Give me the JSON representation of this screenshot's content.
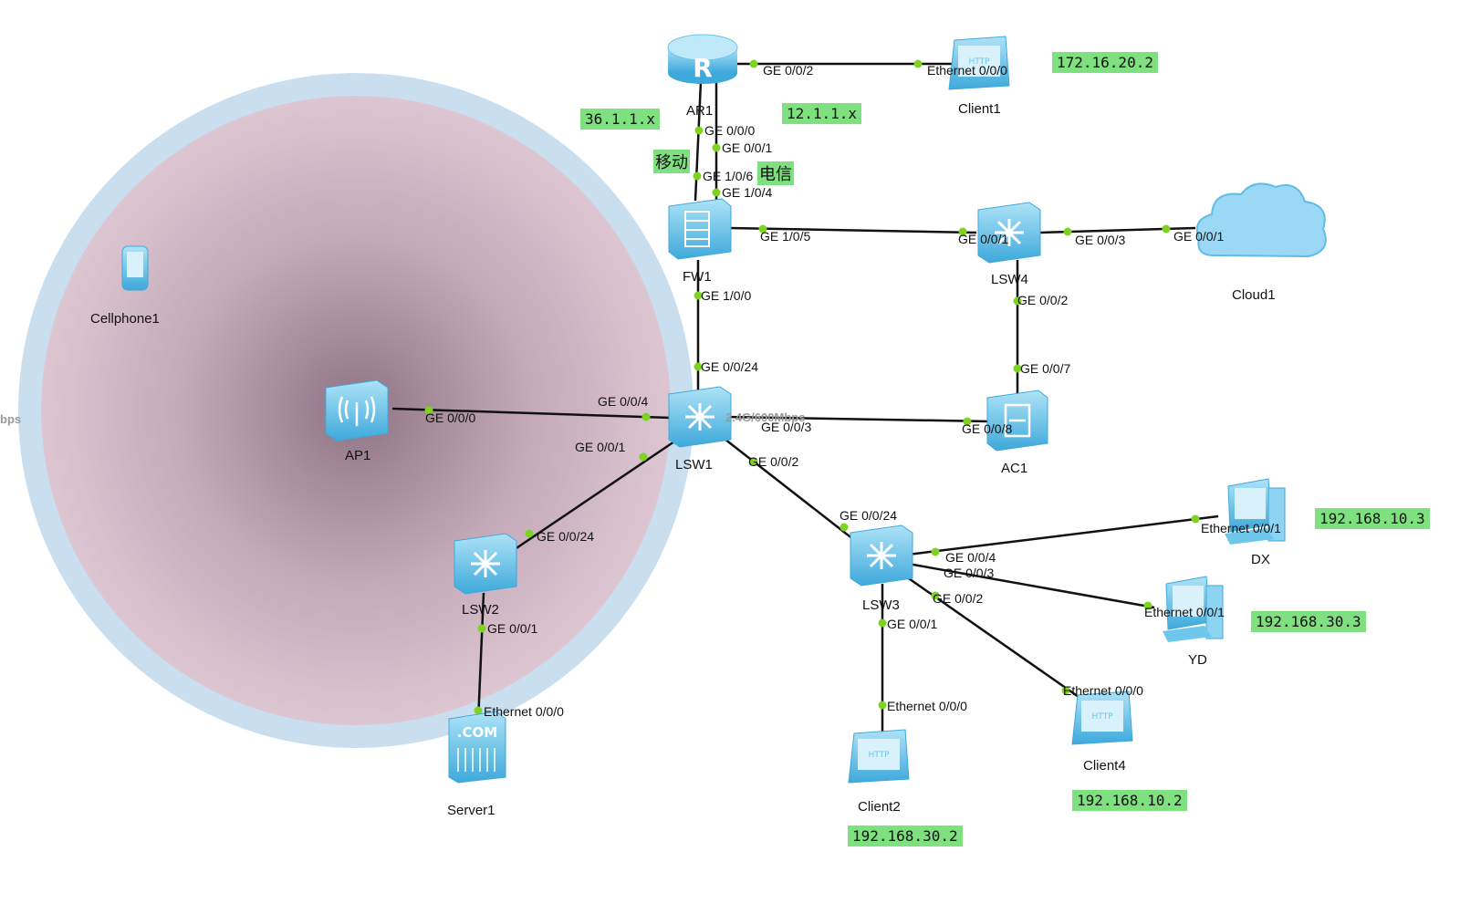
{
  "devices": {
    "ar1": "AR1",
    "client1": "Client1",
    "fw1": "FW1",
    "lsw4": "LSW4",
    "cloud1": "Cloud1",
    "cellphone1": "Cellphone1",
    "ap1": "AP1",
    "lsw1": "LSW1",
    "ac1": "AC1",
    "lsw2": "LSW2",
    "lsw3": "LSW3",
    "dx": "DX",
    "yd": "YD",
    "server1": "Server1",
    "client2": "Client2",
    "client4": "Client4"
  },
  "ports": {
    "ar1_ge002": "GE 0/0/2",
    "client1_eth000": "Ethernet 0/0/0",
    "ar1_ge000": "GE 0/0/0",
    "ar1_ge001": "GE 0/0/1",
    "fw1_ge106": "GE 1/0/6",
    "fw1_ge104": "GE 1/0/4",
    "fw1_ge105": "GE 1/0/5",
    "lsw4_ge001": "GE 0/0/1",
    "lsw4_ge003": "GE 0/0/3",
    "cloud1_ge001": "GE 0/0/1",
    "fw1_ge100": "GE 1/0/0",
    "lsw4_ge002": "GE 0/0/2",
    "lsw1_ge0024": "GE 0/0/24",
    "ac1_ge007": "GE 0/0/7",
    "lsw1_ge004": "GE 0/0/4",
    "ap1_ge000": "GE 0/0/0",
    "lsw1_ge003": "GE 0/0/3",
    "ac1_ge008": "GE 0/0/8",
    "lsw1_ge001": "GE 0/0/1",
    "lsw1_ge002": "GE 0/0/2",
    "lsw2_ge0024": "GE 0/0/24",
    "lsw3_ge0024": "GE 0/0/24",
    "lsw3_ge004": "GE 0/0/4",
    "lsw3_ge003": "GE 0/0/3",
    "dx_eth001": "Ethernet 0/0/1",
    "yd_eth001": "Ethernet 0/0/1",
    "lsw3_ge002": "GE 0/0/2",
    "lsw2_ge001": "GE 0/0/1",
    "lsw3_ge001": "GE 0/0/1",
    "server1_eth000": "Ethernet 0/0/0",
    "client2_eth000": "Ethernet 0/0/0",
    "client4_eth000": "Ethernet 0/0/0"
  },
  "tags": {
    "ip_172": "172.16.20.2",
    "net_36": "36.1.1.x",
    "net_12": "12.1.1.x",
    "ip_dx": "192.168.10.3",
    "ip_yd": "192.168.30.3",
    "ip_client4": "192.168.10.2",
    "ip_client2": "192.168.30.2"
  },
  "isp": {
    "mobile": "移动",
    "telecom": "电信"
  },
  "faint": {
    "left_bps": "bps",
    "wifi_rate": "2.4G/600Mbps"
  },
  "colors": {
    "device_blue": "#6ec6ea",
    "link": "#111111",
    "port_dot": "#7ed321",
    "tag_green": "#7ee07e",
    "coverage_outer": "#c9dff0"
  }
}
